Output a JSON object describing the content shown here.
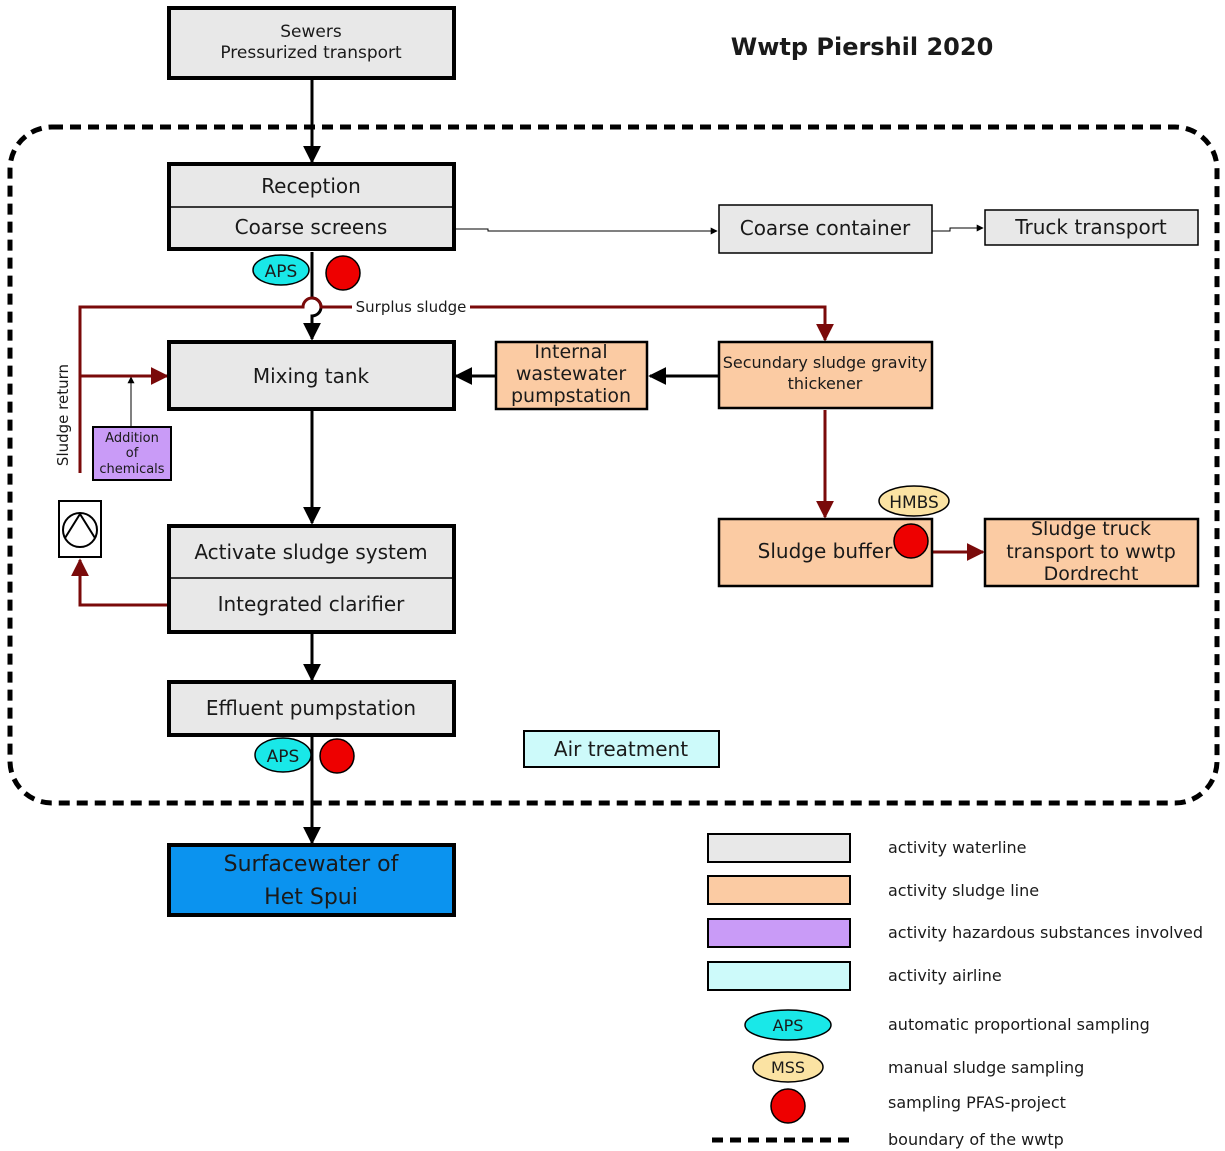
{
  "title": "Wwtp Piershil 2020",
  "colors": {
    "waterline": "#e8e8e8",
    "sludge": "#fbcba3",
    "hazardous": "#c99bf7",
    "airline": "#cdfafa",
    "aps": "#19e8e8",
    "mss": "#fbe3a3",
    "pfas": "#ee0000",
    "sludge_line": "#7a0a0a",
    "surfacewater": "#0b93ef"
  },
  "nodes": {
    "sewers": {
      "line1": "Sewers",
      "line2": "Pressurized transport"
    },
    "reception": "Reception",
    "coarse_screens": "Coarse screens",
    "coarse_container": "Coarse container",
    "truck_transport": "Truck transport",
    "mixing_tank": "Mixing tank",
    "internal_pumpstation": {
      "line1": "Internal",
      "line2": "wastewater",
      "line3": "pumpstation"
    },
    "secundary_thickener": {
      "line1": "Secundary sludge gravity",
      "line2": "thickener"
    },
    "addition_chemicals": {
      "line1": "Addition",
      "line2": "of",
      "line3": "chemicals"
    },
    "activate_sludge": "Activate sludge system",
    "integrated_clarifier": "Integrated clarifier",
    "sludge_buffer": "Sludge buffer",
    "sludge_truck": {
      "line1": "Sludge truck",
      "line2": "transport to wwtp",
      "line3": "Dordrecht"
    },
    "effluent_pumpstation": "Effluent pumpstation",
    "air_treatment": "Air treatment",
    "surfacewater": {
      "line1": "Surfacewater of",
      "line2": "Het Spui"
    }
  },
  "labels": {
    "surplus_sludge": "Surplus sludge",
    "sludge_return": "Sludge return",
    "aps": "APS",
    "hmbs": "HMBS"
  },
  "legend": {
    "waterline": "activity waterline",
    "sludge_line": "activity sludge line",
    "hazardous": "activity hazardous substances involved",
    "airline": "activity airline",
    "aps_badge": "APS",
    "aps_text": "automatic proportional sampling",
    "mss_badge": "MSS",
    "mss_text": "manual sludge sampling",
    "pfas_text": "sampling PFAS-project",
    "boundary_text": "boundary of the wwtp"
  }
}
